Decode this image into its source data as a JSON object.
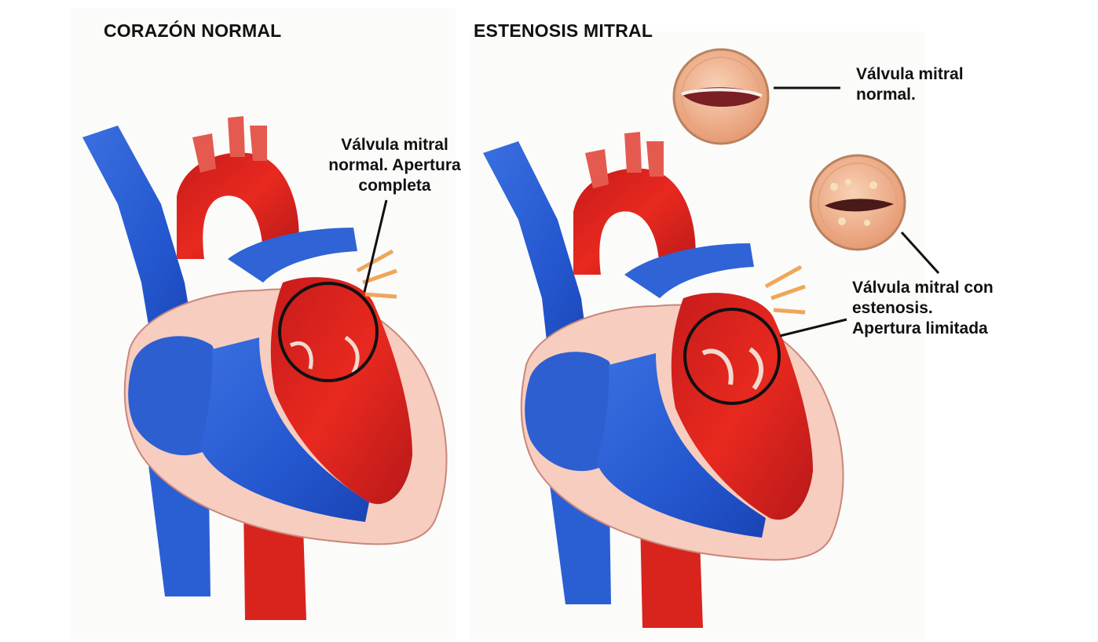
{
  "panels": {
    "left": {
      "title": "CORAZÓN NORMAL",
      "callout": {
        "line1": "Válvula mitral",
        "line2": "normal.  Apertura",
        "line3": "completa"
      }
    },
    "right": {
      "title": "ESTENOSIS MITRAL",
      "inset_normal": {
        "line1": "Válvula mitral",
        "line2": "normal."
      },
      "inset_stenosis": {
        "line1": "Válvula mitral con",
        "line2": "estenosis.",
        "line3": "Apertura  limitada"
      }
    }
  },
  "colors": {
    "vein_blue": "#2f63d6",
    "artery_red": "#d8231f",
    "wall_pink": "#f6cdbf",
    "outline": "#111111",
    "inset_fill": "#f2b08e"
  }
}
